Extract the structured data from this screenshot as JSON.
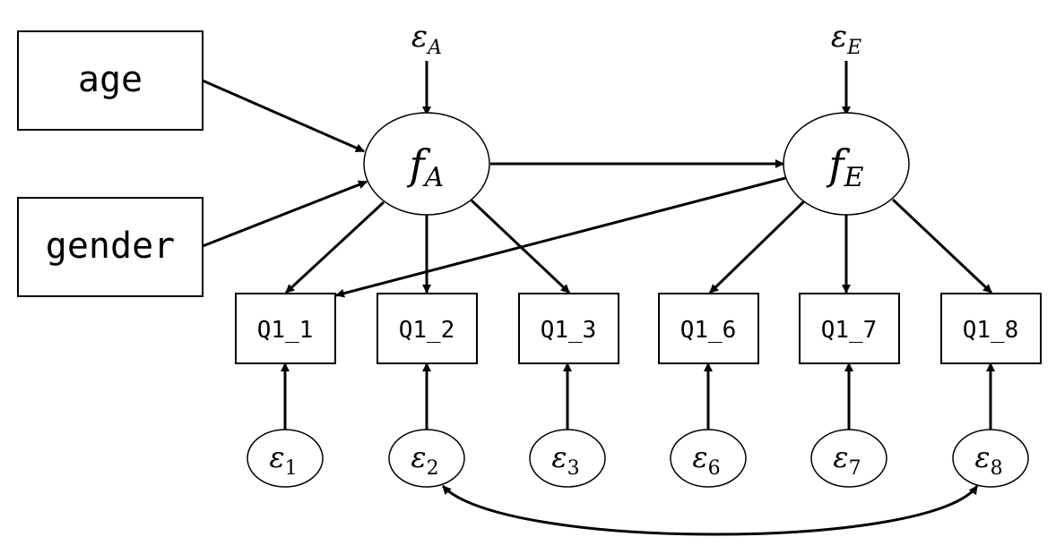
{
  "observed": {
    "age": "age",
    "gender": "gender",
    "q1_1": "Q1_1",
    "q1_2": "Q1_2",
    "q1_3": "Q1_3",
    "q1_6": "Q1_6",
    "q1_7": "Q1_7",
    "q1_8": "Q1_8"
  },
  "latent": {
    "fA": {
      "base": "f",
      "sub": "A"
    },
    "fE": {
      "base": "f",
      "sub": "E"
    }
  },
  "errors": {
    "eA": {
      "base": "ε",
      "sub": "A"
    },
    "eE": {
      "base": "ε",
      "sub": "E"
    },
    "e1": {
      "base": "ε",
      "sub": "1"
    },
    "e2": {
      "base": "ε",
      "sub": "2"
    },
    "e3": {
      "base": "ε",
      "sub": "3"
    },
    "e6": {
      "base": "ε",
      "sub": "6"
    },
    "e7": {
      "base": "ε",
      "sub": "7"
    },
    "e8": {
      "base": "ε",
      "sub": "8"
    }
  },
  "colors": {
    "stroke": "#000000",
    "fill": "#ffffff"
  }
}
